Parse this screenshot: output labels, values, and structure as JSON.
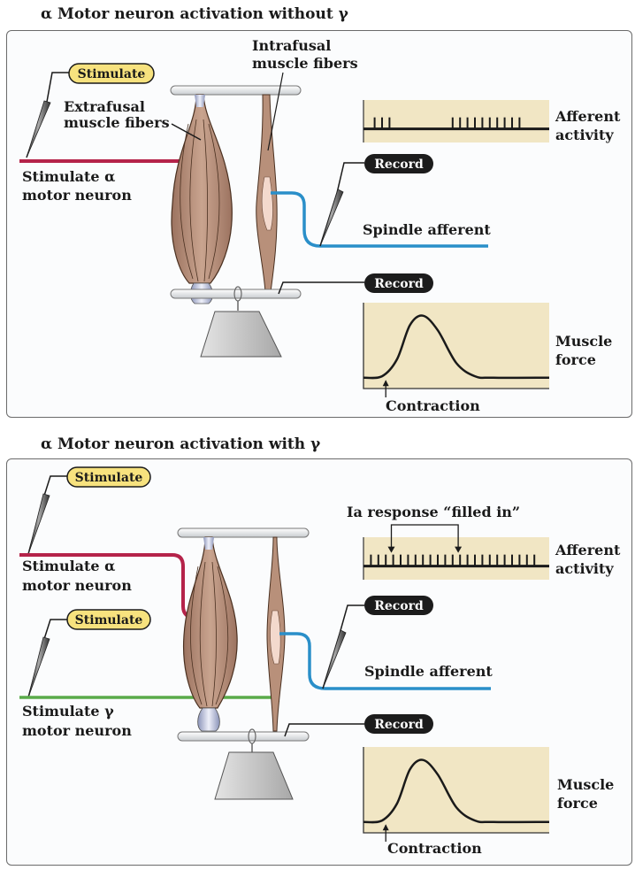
{
  "panels": [
    {
      "title": "α Motor neuron activation without γ",
      "stimulate_label": "Stimulate",
      "alpha_label_line1": "Stimulate α",
      "alpha_label_line2": "motor neuron",
      "extrafusal_line1": "Extrafusal",
      "extrafusal_line2": "muscle fibers",
      "intrafusal_line1": "Intrafusal",
      "intrafusal_line2": "muscle fibers",
      "record_label_1": "Record",
      "record_label_2": "Record",
      "spindle_label": "Spindle afferent",
      "afferent_line1": "Afferent",
      "afferent_line2": "activity",
      "force_line1": "Muscle",
      "force_line2": "force",
      "contraction_label": "Contraction"
    },
    {
      "title": "α Motor neuron activation with γ",
      "stimulate_alpha_label": "Stimulate",
      "stimulate_gamma_label": "Stimulate",
      "alpha_label_line1": "Stimulate α",
      "alpha_label_line2": "motor neuron",
      "gamma_label_line1": "Stimulate γ",
      "gamma_label_line2": "motor neuron",
      "record_label_1": "Record",
      "record_label_2": "Record",
      "spindle_label": "Spindle afferent",
      "ia_annotation": "Ia response “filled in”",
      "afferent_line1": "Afferent",
      "afferent_line2": "activity",
      "force_line1": "Muscle",
      "force_line2": "force",
      "contraction_label": "Contraction"
    }
  ],
  "colors": {
    "alpha_axon": "#b5234a",
    "gamma_axon": "#5aab4a",
    "afferent_axon": "#2a8fc9",
    "trace_bg": "#f1e6c4",
    "stimulate_pill": "#f7e27e",
    "record_pill": "#1c1c1c",
    "muscle": "#b8907a"
  },
  "chart_data": [
    {
      "type": "line",
      "title": "Afferent activity (without γ)",
      "description": "spike raster",
      "spike_times": [
        0.06,
        0.1,
        0.14,
        0.48,
        0.52,
        0.56,
        0.6,
        0.64,
        0.68,
        0.72,
        0.76,
        0.8,
        0.84
      ],
      "xlim": [
        0,
        1
      ]
    },
    {
      "type": "line",
      "title": "Muscle force (without γ)",
      "x": [
        0,
        0.1,
        0.18,
        0.25,
        0.32,
        0.4,
        0.5,
        0.6,
        0.7,
        1.0
      ],
      "y": [
        0.1,
        0.12,
        0.35,
        0.82,
        0.95,
        0.75,
        0.3,
        0.12,
        0.1,
        0.1
      ],
      "annotation": "Contraction",
      "annotation_x": 0.12,
      "ylim": [
        0,
        1
      ]
    },
    {
      "type": "line",
      "title": "Afferent activity (with γ)",
      "description": "spike raster, continuous firing",
      "spike_times": [
        0.04,
        0.08,
        0.12,
        0.16,
        0.2,
        0.24,
        0.28,
        0.32,
        0.36,
        0.4,
        0.44,
        0.48,
        0.52,
        0.56,
        0.6,
        0.64,
        0.68,
        0.72,
        0.76,
        0.8,
        0.84,
        0.88,
        0.92
      ],
      "annotation": "Ia response “filled in”",
      "xlim": [
        0,
        1
      ]
    },
    {
      "type": "line",
      "title": "Muscle force (with γ)",
      "x": [
        0,
        0.1,
        0.18,
        0.25,
        0.32,
        0.4,
        0.5,
        0.6,
        0.7,
        1.0
      ],
      "y": [
        0.1,
        0.12,
        0.35,
        0.82,
        0.95,
        0.75,
        0.3,
        0.12,
        0.1,
        0.1
      ],
      "annotation": "Contraction",
      "annotation_x": 0.12,
      "ylim": [
        0,
        1
      ]
    }
  ]
}
